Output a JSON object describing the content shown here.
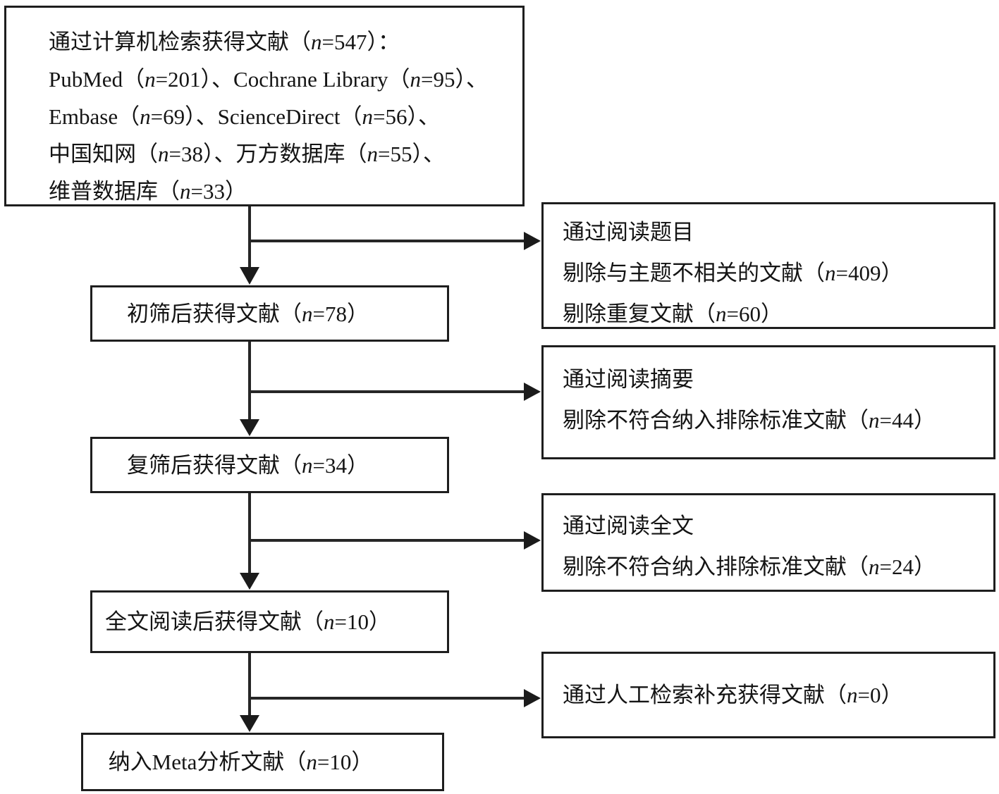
{
  "flow": {
    "search": {
      "lines": [
        "通过计算机检索获得文献（n=547）：",
        "PubMed（n=201）、Cochrane Library（n=95）、",
        "Embase（n=69）、ScienceDirect（n=56）、",
        "中国知网（n=38）、万方数据库（n=55）、",
        "维普数据库（n=33）"
      ]
    },
    "title_screening": {
      "lines": [
        "通过阅读题目",
        "剔除与主题不相关的文献（n=409）",
        "剔除重复文献（n=60）"
      ]
    },
    "initial": {
      "label": "初筛后获得文献（n=78）"
    },
    "abstract_screening": {
      "lines": [
        "通过阅读摘要",
        "剔除不符合纳入排除标准文献（n=44）"
      ]
    },
    "second": {
      "label": "复筛后获得文献（n=34）"
    },
    "fulltext_screening": {
      "lines": [
        "通过阅读全文",
        "剔除不符合纳入排除标准文献（n=24）"
      ]
    },
    "fulltext": {
      "label": "全文阅读后获得文献（n=10）"
    },
    "manual_search": {
      "label": "通过人工检索补充获得文献（n=0）"
    },
    "meta": {
      "label": "纳入Meta分析文献（n=10）"
    }
  },
  "colors": {
    "ink": "#1e1e1e",
    "background": "#ffffff"
  }
}
